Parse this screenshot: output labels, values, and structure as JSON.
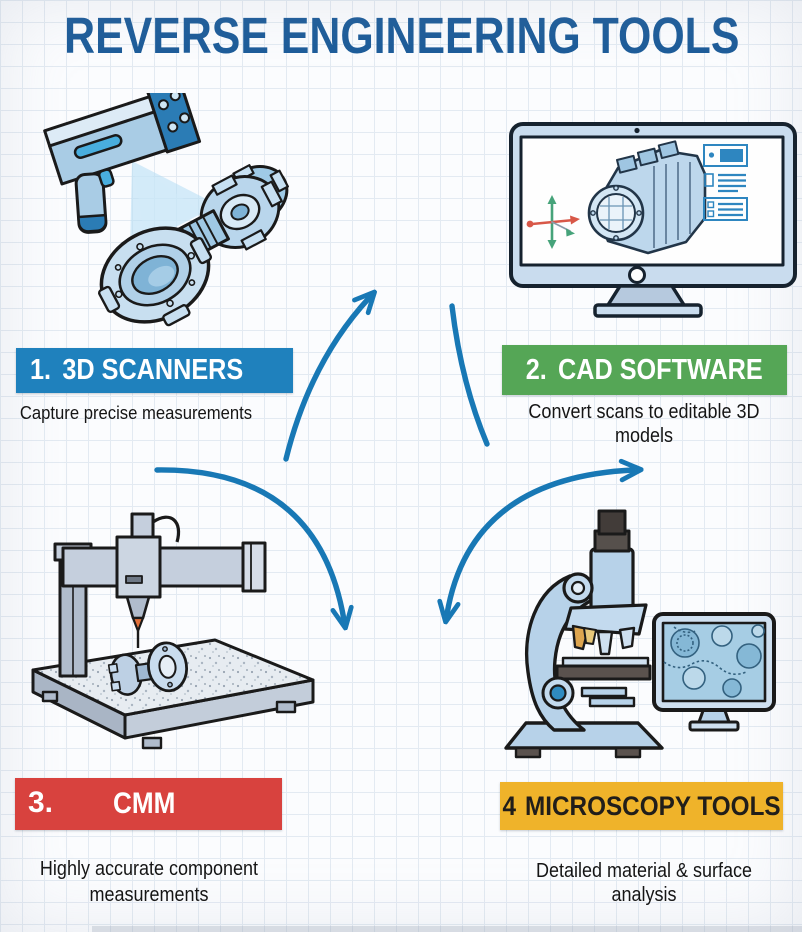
{
  "title": {
    "text": "REVERSE ENGINEERING TOOLS",
    "color": "#1d5c99"
  },
  "sections": [
    {
      "number": "1.",
      "label": "3D SCANNERS",
      "caption": "Capture precise measurements",
      "banner_color": "#1f81bd",
      "illustration": "handheld-3d-scanner-scanning-gear-assembly"
    },
    {
      "number": "2.",
      "label": "CAD SOFTWARE",
      "caption": "Convert scans to editable 3D models",
      "banner_color": "#55a656",
      "illustration": "desktop-monitor-with-cad-engine-model"
    },
    {
      "number": "3.",
      "label": "CMM",
      "caption": "Highly accurate component measurements",
      "banner_color": "#d8423e",
      "illustration": "coordinate-measuring-machine-probing-part"
    },
    {
      "number": "4",
      "label": "MICROSCOPY TOOLS",
      "caption": "Detailed material & surface analysis",
      "banner_color": "#efb32a",
      "illustration": "microscope-with-analysis-monitor"
    }
  ],
  "arrows": {
    "color": "#1878b5",
    "description": "hand-drawn cycle arrows linking the four tool sections"
  },
  "style": {
    "background": "light blue grid paper"
  }
}
